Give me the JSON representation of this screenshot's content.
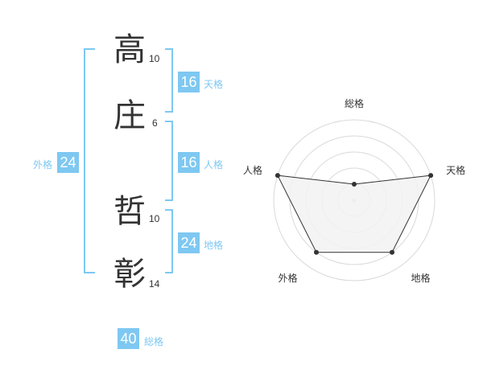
{
  "name": {
    "characters": [
      {
        "char": "高",
        "strokes": "10"
      },
      {
        "char": "庄",
        "strokes": "6"
      },
      {
        "char": "哲",
        "strokes": "10"
      },
      {
        "char": "彰",
        "strokes": "14"
      }
    ]
  },
  "scores": {
    "tenkaku": {
      "value": "16",
      "label": "天格"
    },
    "jinkaku": {
      "value": "16",
      "label": "人格"
    },
    "chikaku": {
      "value": "24",
      "label": "地格"
    },
    "gaikaku": {
      "value": "24",
      "label": "外格"
    },
    "soukaku": {
      "value": "40",
      "label": "総格"
    }
  },
  "chart_data": {
    "type": "radar",
    "axes": [
      "総格",
      "天格",
      "地格",
      "外格",
      "人格"
    ],
    "values": [
      1,
      5,
      4,
      4,
      5
    ],
    "max": 5,
    "rings": 5,
    "fill_color": "#f2f2f2",
    "line_color": "#333333"
  }
}
